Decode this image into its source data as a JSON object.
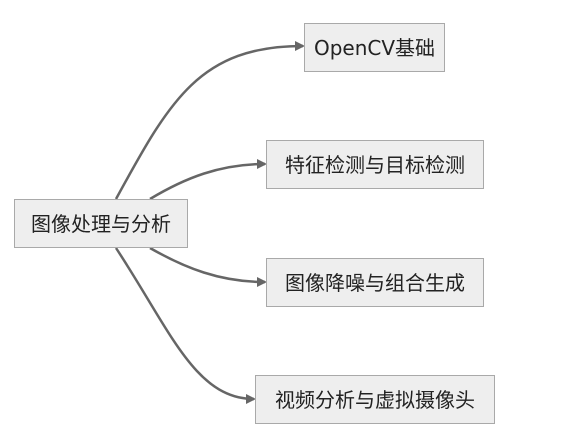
{
  "diagram": {
    "root": {
      "label": "图像处理与分析"
    },
    "children": [
      {
        "label": "OpenCV基础"
      },
      {
        "label": "特征检测与目标检测"
      },
      {
        "label": "图像降噪与组合生成"
      },
      {
        "label": "视频分析与虚拟摄像头"
      }
    ]
  },
  "colors": {
    "node_fill": "#eeeeee",
    "node_border": "#a9a9a9",
    "edge": "#666666",
    "text": "#222222"
  }
}
